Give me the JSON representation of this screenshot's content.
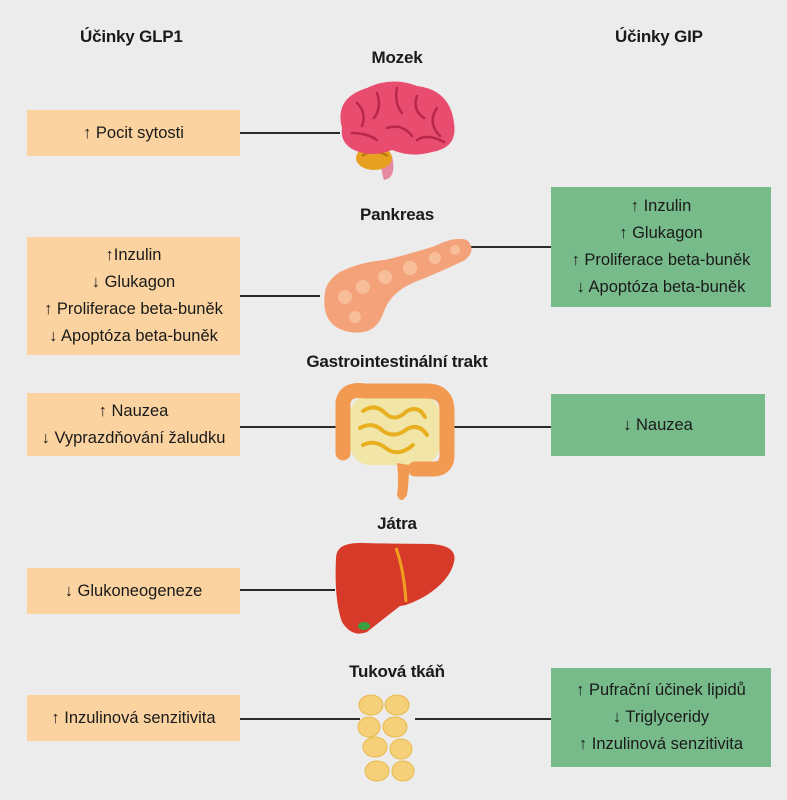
{
  "headers": {
    "glp1": "Účinky GLP1",
    "gip": "Účinky GIP"
  },
  "organs": {
    "brain": {
      "title": "Mozek",
      "glp1": [
        "↑ Pocit sytosti"
      ]
    },
    "pancreas": {
      "title": "Pankreas",
      "glp1": [
        "↑Inzulin",
        "↓ Glukagon",
        "↑ Proliferace beta-buněk",
        "↓ Apoptóza beta-buněk"
      ],
      "gip": [
        "↑ Inzulin",
        "↑ Glukagon",
        "↑ Proliferace beta-buněk",
        "↓ Apoptóza beta-buněk"
      ]
    },
    "gi": {
      "title": "Gastrointestinální trakt",
      "glp1": [
        "↑ Nauzea",
        "↓ Vyprazdňování žaludku"
      ],
      "gip": [
        "↓ Nauzea"
      ]
    },
    "liver": {
      "title": "Játra",
      "glp1": [
        "↓ Glukoneogeneze"
      ]
    },
    "fat": {
      "title": "Tuková tkáň",
      "glp1": [
        "↑ Inzulinová senzitivita"
      ],
      "gip": [
        "↑ Pufrační účinek lipidů",
        "↓ Triglyceridy",
        "↑ Inzulinová senzitivita"
      ]
    }
  },
  "colors": {
    "glp1_box": "#fbd3a0",
    "gip_box": "#78bb8b",
    "background": "#ececec"
  },
  "icons": [
    "brain-icon",
    "pancreas-icon",
    "intestine-icon",
    "liver-icon",
    "fat-cells-icon"
  ]
}
